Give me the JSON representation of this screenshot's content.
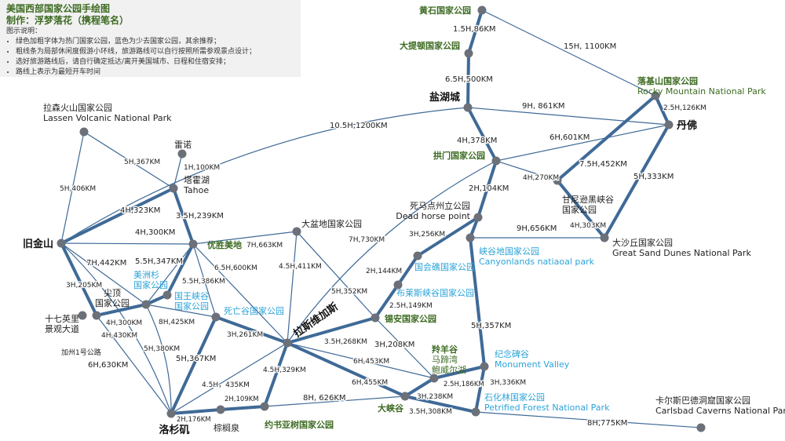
{
  "legend": {
    "title": "美国西部国家公园手绘图",
    "author": "制作：浮梦落花（携程笔名）",
    "heading": "图示说明：",
    "items": [
      "绿色加粗字体为热门国家公园，蓝色为少去国家公园，其余推荐；",
      "粗线条为局部休闲度假游小环线，旅游路线可以自行按照所需参观景点设计；",
      "选好旅游路线后，请自行确定抵达/离开美国城市、日程和住宿安排；",
      "路线上表示为最短开车时间"
    ]
  },
  "colors": {
    "line": "#3f6a97",
    "popular": "#3d6b22",
    "rare": "#2aa3d8",
    "node": "#6b7079"
  },
  "nodes": [
    {
      "id": "yellowstone",
      "label": "黄石国家公园",
      "type": "popular"
    },
    {
      "id": "teton",
      "label": "大提顿国家公园",
      "type": "popular"
    },
    {
      "id": "slc",
      "label": "盐湖城",
      "type": "city"
    },
    {
      "id": "rocky",
      "label": "落基山国家公园",
      "label2": "Rocky Mountain National Park",
      "type": "popular"
    },
    {
      "id": "denver",
      "label": "丹佛",
      "type": "city"
    },
    {
      "id": "arches",
      "label": "拱门国家公园",
      "type": "popular"
    },
    {
      "id": "black",
      "label": "甘尼逊黑峡谷",
      "label2": "国家公园",
      "type": "normal"
    },
    {
      "id": "dunes",
      "label": "大沙丘国家公园",
      "label2": "Great Sand Dunes National Park",
      "type": "normal"
    },
    {
      "id": "lassen",
      "label": "拉森火山国家公园",
      "label2": "Lassen Volcanic National Park",
      "type": "normal"
    },
    {
      "id": "reno",
      "label": "雷诺",
      "type": "normal"
    },
    {
      "id": "tahoe",
      "label": "塔霍湖",
      "label2": "Tahoe",
      "type": "normal"
    },
    {
      "id": "sf",
      "label": "旧金山",
      "type": "city"
    },
    {
      "id": "yosemite",
      "label": "优胜美地",
      "type": "popular"
    },
    {
      "id": "sequoia",
      "label": "美洲杉",
      "label2": "国家公园",
      "type": "rare"
    },
    {
      "id": "kings",
      "label": "国王峡谷",
      "label2": "国家公园",
      "type": "rare"
    },
    {
      "id": "pinnacles",
      "label": "尖顶",
      "label2": "国家公园",
      "type": "normal"
    },
    {
      "id": "mile17",
      "label": "十七英里",
      "label2": "景观大道",
      "type": "normal"
    },
    {
      "id": "deathvalley",
      "label": "死亡谷国家公园",
      "type": "rare"
    },
    {
      "id": "greatbasin",
      "label": "大盆地国家公园",
      "type": "normal"
    },
    {
      "id": "vegas",
      "label": "拉斯维加斯",
      "type": "city"
    },
    {
      "id": "la",
      "label": "洛杉矶",
      "type": "city"
    },
    {
      "id": "palm",
      "label": "棕榈泉",
      "type": "normal"
    },
    {
      "id": "joshua",
      "label": "约书亚树国家公园",
      "type": "popular"
    },
    {
      "id": "zion",
      "label": "锡安国家公园",
      "type": "popular"
    },
    {
      "id": "bryce",
      "label": "布莱斯峡谷国家公园",
      "type": "rare"
    },
    {
      "id": "capitol",
      "label": "国会礁国家公园",
      "type": "rare"
    },
    {
      "id": "deadhorse",
      "label": "死马点州立公园",
      "label2": "Dead horse point",
      "type": "normal"
    },
    {
      "id": "canyonlands",
      "label": "峡谷地国家公园",
      "label2": "Canyonlands natiaoal park",
      "type": "rare"
    },
    {
      "id": "page",
      "label": "羚羊谷",
      "label2": "马蹄湾",
      "label3": "鲍威尔湖",
      "type": "popular"
    },
    {
      "id": "monument",
      "label": "纪念碑谷",
      "label2": "Monument Valley",
      "type": "rare"
    },
    {
      "id": "grandcanyon",
      "label": "大峡谷",
      "type": "popular"
    },
    {
      "id": "petrified",
      "label": "石化林国家公园",
      "label2": "Petrified Forest National Park",
      "type": "rare"
    },
    {
      "id": "carlsbad",
      "label": "卡尔斯巴德洞窟国家公园",
      "label2": "Carlsbad Caverns National Park",
      "type": "normal"
    }
  ],
  "extra_label": "加州1号公路",
  "edges": [
    [
      "yellowstone",
      "teton",
      "1.5H,86KM",
      1
    ],
    [
      "teton",
      "slc",
      "6.5H,500KM",
      1
    ],
    [
      "yellowstone",
      "rocky",
      "15H, 1100KM",
      0
    ],
    [
      "slc",
      "denver",
      "9H, 861KM",
      0
    ],
    [
      "slc",
      "arches",
      "4H,378KM",
      1
    ],
    [
      "sf",
      "slc",
      "10.5H,1200KM",
      0
    ],
    [
      "rocky",
      "denver",
      "2.5H,126KM",
      1
    ],
    [
      "denver",
      "dunes",
      "5H,333KM",
      1
    ],
    [
      "rocky",
      "black",
      "7.5H,452KM",
      1
    ],
    [
      "black",
      "dunes",
      "4H,303KM",
      1
    ],
    [
      "arches",
      "denver",
      "6H,601KM",
      0
    ],
    [
      "arches",
      "black",
      "4H,270KM",
      0
    ],
    [
      "arches",
      "deadhorse",
      "2H,104KM",
      1
    ],
    [
      "canyonlands",
      "dunes",
      "9H,656KM",
      0
    ],
    [
      "deadhorse",
      "canyonlands",
      "",
      1
    ],
    [
      "lassen",
      "sf",
      "5H,406KM",
      0
    ],
    [
      "lassen",
      "tahoe",
      "5H,367KM",
      0
    ],
    [
      "reno",
      "tahoe",
      "1H,100KM",
      0
    ],
    [
      "sf",
      "tahoe",
      "4H,323KM",
      1
    ],
    [
      "tahoe",
      "yosemite",
      "3.5H,239KM",
      1
    ],
    [
      "sf",
      "yosemite",
      "4H,300KM",
      0
    ],
    [
      "sf",
      "sequoia",
      "7H,442KM",
      0
    ],
    [
      "sf",
      "pinnacles",
      "3H,205KM",
      1
    ],
    [
      "pinnacles",
      "sequoia",
      "4H,300KM",
      1
    ],
    [
      "sequoia",
      "kings",
      "",
      1
    ],
    [
      "kings",
      "yosemite",
      "",
      1
    ],
    [
      "yosemite",
      "sequoia",
      "5.5H,347KM",
      0
    ],
    [
      "yosemite",
      "deathvalley",
      "5.5H,386KM",
      0
    ],
    [
      "yosemite",
      "vegas",
      "6.5H,600KM",
      0
    ],
    [
      "yosemite",
      "greatbasin",
      "7H,663KM",
      0
    ],
    [
      "sequoia",
      "deathvalley",
      "8H,425KM",
      0
    ],
    [
      "sequoia",
      "la",
      "5H,380KM",
      0
    ],
    [
      "pinnacles",
      "la",
      "4H,430KM",
      0
    ],
    [
      "sf",
      "la",
      "6H,630KM",
      0
    ],
    [
      "deathvalley",
      "la",
      "5H,367KM",
      1
    ],
    [
      "deathvalley",
      "vegas",
      "3H,261KM",
      1
    ],
    [
      "la",
      "vegas",
      "4.5H，435KM",
      0
    ],
    [
      "la",
      "palm",
      "2H,176KM",
      1
    ],
    [
      "palm",
      "joshua",
      "2H,109KM",
      1
    ],
    [
      "joshua",
      "vegas",
      "4.5H,329KM",
      1
    ],
    [
      "greatbasin",
      "vegas",
      "4.5H,411KM",
      0
    ],
    [
      "greatbasin",
      "zion",
      "5H,352KM",
      0
    ],
    [
      "vegas",
      "arches",
      "7H,730KM",
      0
    ],
    [
      "vegas",
      "zion",
      "3.5H,268KM",
      1
    ],
    [
      "zion",
      "bryce",
      "2.5H,149KM",
      1
    ],
    [
      "bryce",
      "capitol",
      "2H,144KM",
      1
    ],
    [
      "capitol",
      "deadhorse",
      "3H,256KM",
      1
    ],
    [
      "canyonlands",
      "monument",
      "5H,357KM",
      1
    ],
    [
      "vegas",
      "page",
      "6H,453KM",
      0
    ],
    [
      "zion",
      "page",
      "3H,208KM",
      0
    ],
    [
      "page",
      "monument",
      "2.5H,186KM",
      1
    ],
    [
      "page",
      "grandcanyon",
      "3H,238KM",
      1
    ],
    [
      "vegas",
      "grandcanyon",
      "6H,455KM",
      1
    ],
    [
      "joshua",
      "grandcanyon",
      "8H, 626KM",
      0
    ],
    [
      "grandcanyon",
      "petrified",
      "3.5H,308KM",
      1
    ],
    [
      "petrified",
      "monument",
      "3H,336KM",
      1
    ],
    [
      "petrified",
      "carlsbad",
      "8H,775KM",
      0
    ]
  ]
}
